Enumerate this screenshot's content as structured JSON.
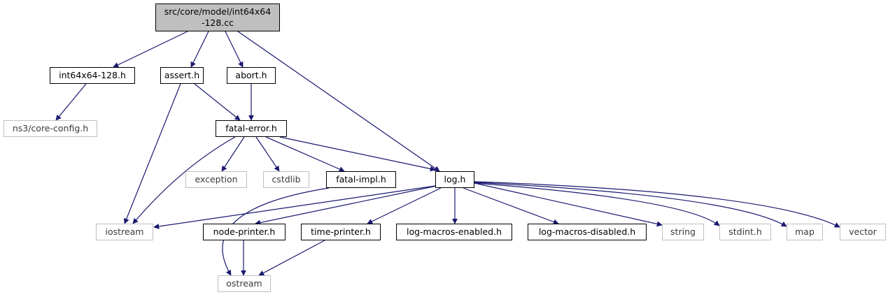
{
  "graph": {
    "nodes": [
      {
        "id": "root",
        "label_line1": "src/core/model/int64x64",
        "label_line2": "-128.cc",
        "kind": "root"
      },
      {
        "id": "int64x64-128-h",
        "label": "int64x64-128.h",
        "kind": "internal"
      },
      {
        "id": "assert-h",
        "label": "assert.h",
        "kind": "internal"
      },
      {
        "id": "abort-h",
        "label": "abort.h",
        "kind": "internal"
      },
      {
        "id": "ns3-core-config-h",
        "label": "ns3/core-config.h",
        "kind": "external"
      },
      {
        "id": "fatal-error-h",
        "label": "fatal-error.h",
        "kind": "internal"
      },
      {
        "id": "exception",
        "label": "exception",
        "kind": "external"
      },
      {
        "id": "cstdlib",
        "label": "cstdlib",
        "kind": "external"
      },
      {
        "id": "fatal-impl-h",
        "label": "fatal-impl.h",
        "kind": "internal"
      },
      {
        "id": "log-h",
        "label": "log.h",
        "kind": "internal"
      },
      {
        "id": "iostream",
        "label": "iostream",
        "kind": "external"
      },
      {
        "id": "node-printer-h",
        "label": "node-printer.h",
        "kind": "internal"
      },
      {
        "id": "time-printer-h",
        "label": "time-printer.h",
        "kind": "internal"
      },
      {
        "id": "log-macros-enabled-h",
        "label": "log-macros-enabled.h",
        "kind": "internal"
      },
      {
        "id": "log-macros-disabled-h",
        "label": "log-macros-disabled.h",
        "kind": "internal"
      },
      {
        "id": "string",
        "label": "string",
        "kind": "external"
      },
      {
        "id": "stdint-h",
        "label": "stdint.h",
        "kind": "external"
      },
      {
        "id": "map",
        "label": "map",
        "kind": "external"
      },
      {
        "id": "vector",
        "label": "vector",
        "kind": "external"
      },
      {
        "id": "ostream",
        "label": "ostream",
        "kind": "external"
      }
    ],
    "edges": [
      {
        "from": "root",
        "to": "int64x64-128-h"
      },
      {
        "from": "root",
        "to": "assert-h"
      },
      {
        "from": "root",
        "to": "abort-h"
      },
      {
        "from": "root",
        "to": "log-h"
      },
      {
        "from": "int64x64-128-h",
        "to": "ns3-core-config-h"
      },
      {
        "from": "assert-h",
        "to": "fatal-error-h"
      },
      {
        "from": "assert-h",
        "to": "iostream"
      },
      {
        "from": "abort-h",
        "to": "fatal-error-h"
      },
      {
        "from": "fatal-error-h",
        "to": "iostream"
      },
      {
        "from": "fatal-error-h",
        "to": "exception"
      },
      {
        "from": "fatal-error-h",
        "to": "cstdlib"
      },
      {
        "from": "fatal-error-h",
        "to": "fatal-impl-h"
      },
      {
        "from": "fatal-error-h",
        "to": "log-h"
      },
      {
        "from": "fatal-impl-h",
        "to": "ostream"
      },
      {
        "from": "log-h",
        "to": "iostream"
      },
      {
        "from": "log-h",
        "to": "node-printer-h"
      },
      {
        "from": "log-h",
        "to": "time-printer-h"
      },
      {
        "from": "log-h",
        "to": "log-macros-enabled-h"
      },
      {
        "from": "log-h",
        "to": "log-macros-disabled-h"
      },
      {
        "from": "log-h",
        "to": "string"
      },
      {
        "from": "log-h",
        "to": "stdint-h"
      },
      {
        "from": "log-h",
        "to": "map"
      },
      {
        "from": "log-h",
        "to": "vector"
      },
      {
        "from": "node-printer-h",
        "to": "ostream"
      },
      {
        "from": "time-printer-h",
        "to": "ostream"
      }
    ],
    "colors": {
      "edge": "#191970",
      "internal_border": "#000000",
      "external_border": "#bfbfbf",
      "root_fill": "#bfbfbf",
      "external_text": "#3a3a3a"
    }
  }
}
